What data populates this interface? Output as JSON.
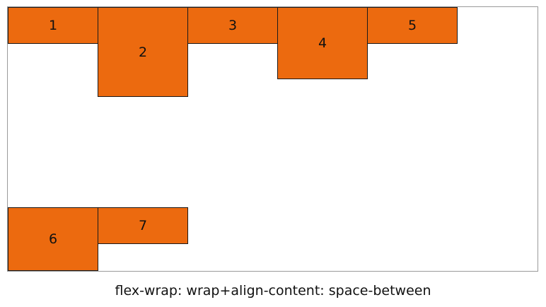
{
  "flex_demo": {
    "items": [
      "1",
      "2",
      "3",
      "4",
      "5",
      "6",
      "7"
    ],
    "caption": "flex-wrap: wrap+align-content: space-between",
    "item_color": "#ec6a0f",
    "border_color": "#1a1a1a"
  }
}
